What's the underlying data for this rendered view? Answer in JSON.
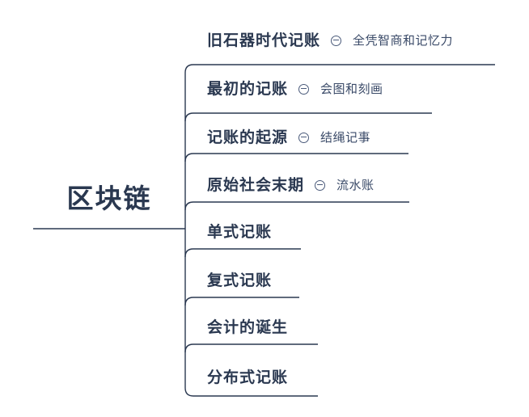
{
  "diagram": {
    "type": "mind-map",
    "title": "区块链",
    "accent_color": "#2a3850",
    "line_color": "#2a3850",
    "sub_label_color": "#3a4a68",
    "background": "#ffffff",
    "root": {
      "label": "区块链"
    },
    "branches": [
      {
        "label": "旧石器时代记账",
        "has_collapse_icon": true,
        "collapse_icon": "minus-circle-icon",
        "sub_label": "全凭智商和记忆力"
      },
      {
        "label": "最初的记账",
        "has_collapse_icon": true,
        "collapse_icon": "minus-circle-icon",
        "sub_label": "会图和刻画"
      },
      {
        "label": "记账的起源",
        "has_collapse_icon": true,
        "collapse_icon": "minus-circle-icon",
        "sub_label": "结绳记事"
      },
      {
        "label": "原始社会末期",
        "has_collapse_icon": true,
        "collapse_icon": "minus-circle-icon",
        "sub_label": "流水账"
      },
      {
        "label": "单式记账",
        "has_collapse_icon": false,
        "collapse_icon": "",
        "sub_label": ""
      },
      {
        "label": "复式记账",
        "has_collapse_icon": false,
        "collapse_icon": "",
        "sub_label": ""
      },
      {
        "label": "会计的诞生",
        "has_collapse_icon": false,
        "collapse_icon": "",
        "sub_label": ""
      },
      {
        "label": "分布式记账",
        "has_collapse_icon": false,
        "collapse_icon": "",
        "sub_label": ""
      }
    ]
  }
}
